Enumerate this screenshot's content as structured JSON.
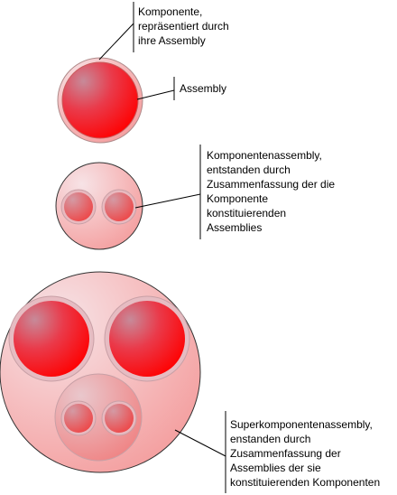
{
  "labels": {
    "component": [
      "Komponente,",
      "repräsentiert durch",
      "ihre Assembly"
    ],
    "assembly": [
      "Assembly"
    ],
    "component_assembly": [
      "Komponentenassembly,",
      "entstanden durch",
      "Zusammenfassung der die",
      "Komponente",
      "konstituierenden",
      "Assemblies"
    ],
    "super_component_assembly": [
      "Superkomponentenassembly,",
      "enstanden durch",
      "Zusammenfassung der",
      "Assemblies der sie",
      "konstituierenden Komponenten"
    ]
  },
  "colors": {
    "assembly_red": "#ff0000",
    "assembly_edge": "#c85a5a",
    "component_pink": "#f7b3b3",
    "component_edge": "#b08a8a",
    "line": "#000000"
  }
}
